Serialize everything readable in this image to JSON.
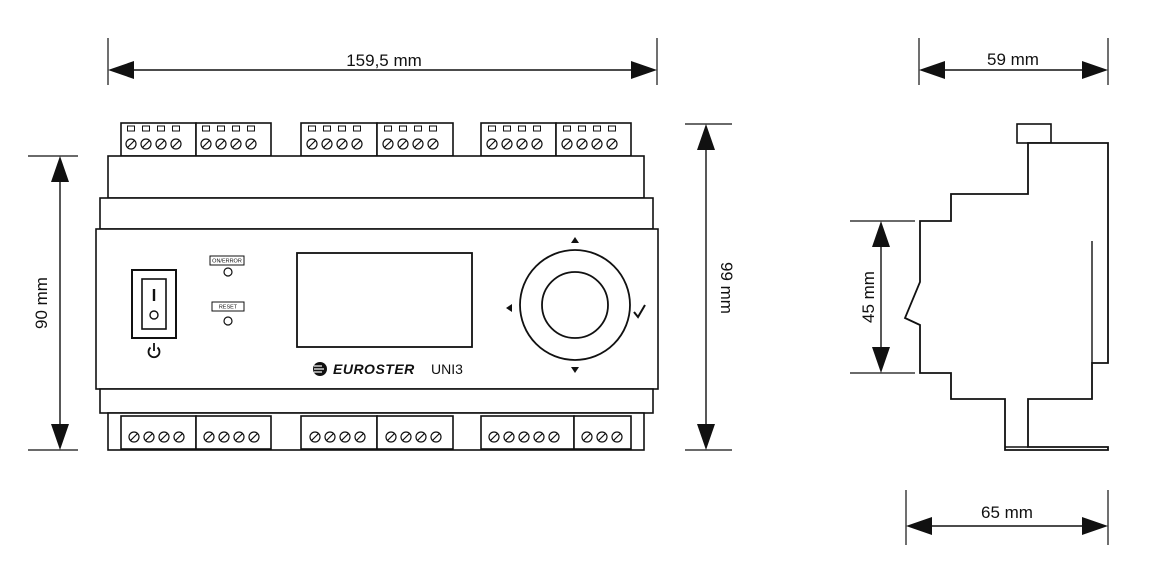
{
  "dimensions": {
    "front_width": "159,5 mm",
    "front_height_body": "90 mm",
    "front_height_total": "99 mm",
    "side_top_width": "59 mm",
    "side_rail_height": "45 mm",
    "side_bottom_width": "65 mm"
  },
  "device": {
    "led_label_1": "ON/ERROR",
    "led_label_2": "RESET",
    "brand": "EUROSTER",
    "model": "UNI3"
  }
}
